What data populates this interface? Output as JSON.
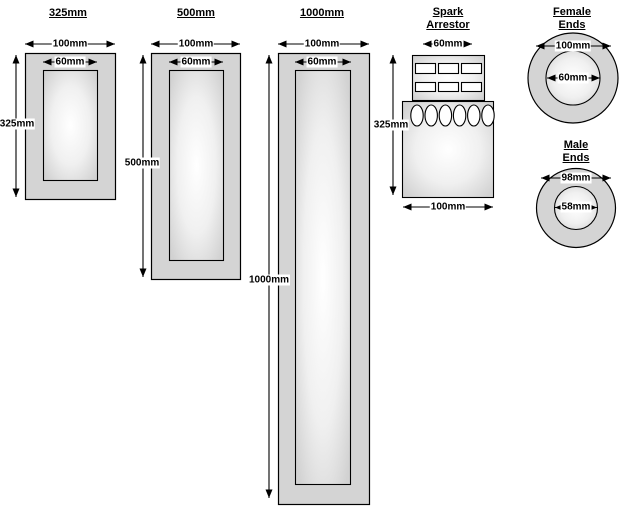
{
  "colors": {
    "body_fill": "#d4d4d4",
    "outline": "#000000",
    "glow_center": "#ffffff",
    "glow_mid": "#f0f0f0",
    "glow_edge": "#d2d2d2",
    "vent_fill": "#ffffff"
  },
  "sections": {
    "s325": {
      "title": "325mm",
      "width_label": "100mm",
      "bore_label": "60mm",
      "length_label": "325mm"
    },
    "s500": {
      "title": "500mm",
      "width_label": "100mm",
      "bore_label": "60mm",
      "length_label": "500mm"
    },
    "s1000": {
      "title": "1000mm",
      "width_label": "100mm",
      "bore_label": "60mm",
      "length_label": "1000mm"
    },
    "spark": {
      "title_line1": "Spark",
      "title_line2": "Arrestor",
      "top_width_label": "60mm",
      "length_label": "325mm",
      "bottom_width_label": "100mm"
    },
    "female": {
      "title_line1": "Female",
      "title_line2": "Ends",
      "outer_label": "100mm",
      "inner_label": "60mm"
    },
    "male": {
      "title_line1": "Male",
      "title_line2": "Ends",
      "outer_label": "98mm",
      "inner_label": "58mm"
    }
  }
}
